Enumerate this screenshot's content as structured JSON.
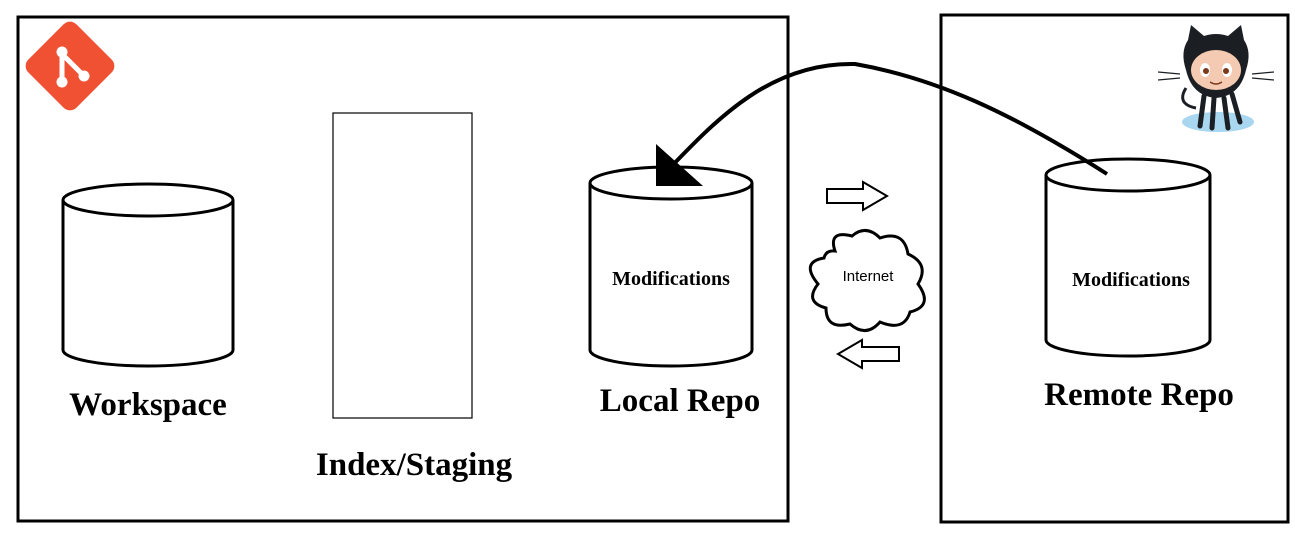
{
  "local": {
    "workspace_label": "Workspace",
    "index_label": "Index/Staging",
    "local_repo_label": "Local Repo",
    "local_modifications": "Modifications"
  },
  "network": {
    "internet_label": "Internet"
  },
  "remote": {
    "remote_repo_label": "Remote Repo",
    "remote_modifications": "Modifications"
  },
  "icons": {
    "local_logo": "git-logo-icon",
    "remote_logo": "octocat-icon"
  },
  "colors": {
    "git_logo": "#f05133",
    "octocat_body": "#1b1f23",
    "octocat_face": "#f4cbb2",
    "octocat_shadow": "#a9d7f0",
    "stroke": "#000000"
  }
}
